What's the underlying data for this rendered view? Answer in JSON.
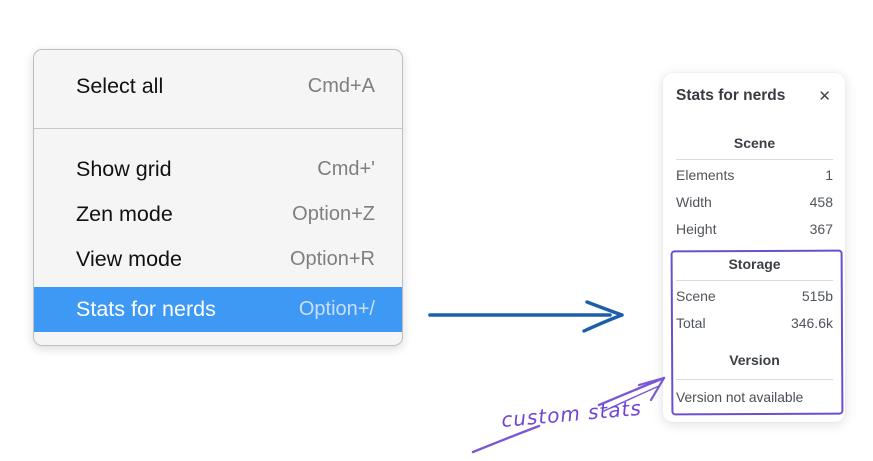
{
  "menu": {
    "items": [
      {
        "label": "Select all",
        "shortcut": "Cmd+A"
      },
      {
        "label": "Show grid",
        "shortcut": "Cmd+'"
      },
      {
        "label": "Zen mode",
        "shortcut": "Option+Z"
      },
      {
        "label": "View mode",
        "shortcut": "Option+R"
      },
      {
        "label": "Stats for nerds",
        "shortcut": "Option+/",
        "selected": true
      }
    ]
  },
  "stats_panel": {
    "title": "Stats for nerds",
    "close_icon": "✕",
    "scene": {
      "title": "Scene",
      "rows": [
        {
          "label": "Elements",
          "value": "1"
        },
        {
          "label": "Width",
          "value": "458"
        },
        {
          "label": "Height",
          "value": "367"
        }
      ]
    },
    "storage": {
      "title": "Storage",
      "rows": [
        {
          "label": "Scene",
          "value": "515b"
        },
        {
          "label": "Total",
          "value": "346.6k"
        }
      ]
    },
    "version": {
      "title": "Version",
      "note": "Version not available"
    }
  },
  "annotations": {
    "label": "custom stats"
  },
  "colors": {
    "menu_highlight": "#3e99f5",
    "arrow_blue": "#1d5fa9",
    "annotation_purple": "#7a58d4",
    "box_purple": "#6b4ed2"
  }
}
